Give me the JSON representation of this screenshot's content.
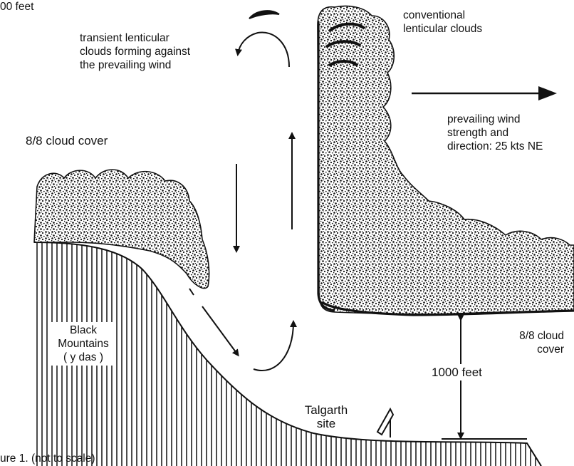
{
  "labels": {
    "altitude_fragment": "00 feet",
    "transient": [
      "transient lenticular",
      "clouds forming against",
      "the prevailing wind"
    ],
    "conventional": [
      "conventional",
      "lenticular clouds"
    ],
    "cloud_cover_left": "8/8 cloud cover",
    "wind": [
      "prevailing wind",
      "strength and",
      "direction: 25 kts NE"
    ],
    "mountains": [
      "Black",
      "Mountains",
      "( y das )"
    ],
    "cloud_cover_right": [
      "8/8 cloud",
      "cover"
    ],
    "height": "1000 feet",
    "site": [
      "Talgarth",
      "site"
    ],
    "caption": "ure 1. (not to scale)"
  }
}
